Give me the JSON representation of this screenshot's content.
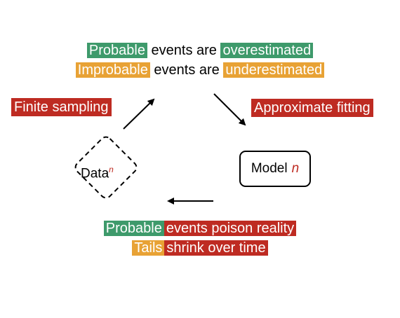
{
  "top": {
    "line1": {
      "probable": "Probable",
      "middle": "events are",
      "over": "overestimated"
    },
    "line2": {
      "improbable": "Improbable",
      "middle": "events are",
      "under": "underestimated"
    }
  },
  "left_tag": "Finite sampling",
  "right_tag": "Approximate fitting",
  "data_node": {
    "label": "Data",
    "sup": "n"
  },
  "model_node": {
    "label": "Model",
    "n": "n"
  },
  "bottom": {
    "line1": {
      "probable": "Probable",
      "rest": "events poison reality"
    },
    "line2": {
      "tails": "Tails",
      "rest": "shrink over time"
    }
  },
  "colors": {
    "green": "#3e9a6b",
    "orange": "#e8a235",
    "red": "#be2b22"
  }
}
